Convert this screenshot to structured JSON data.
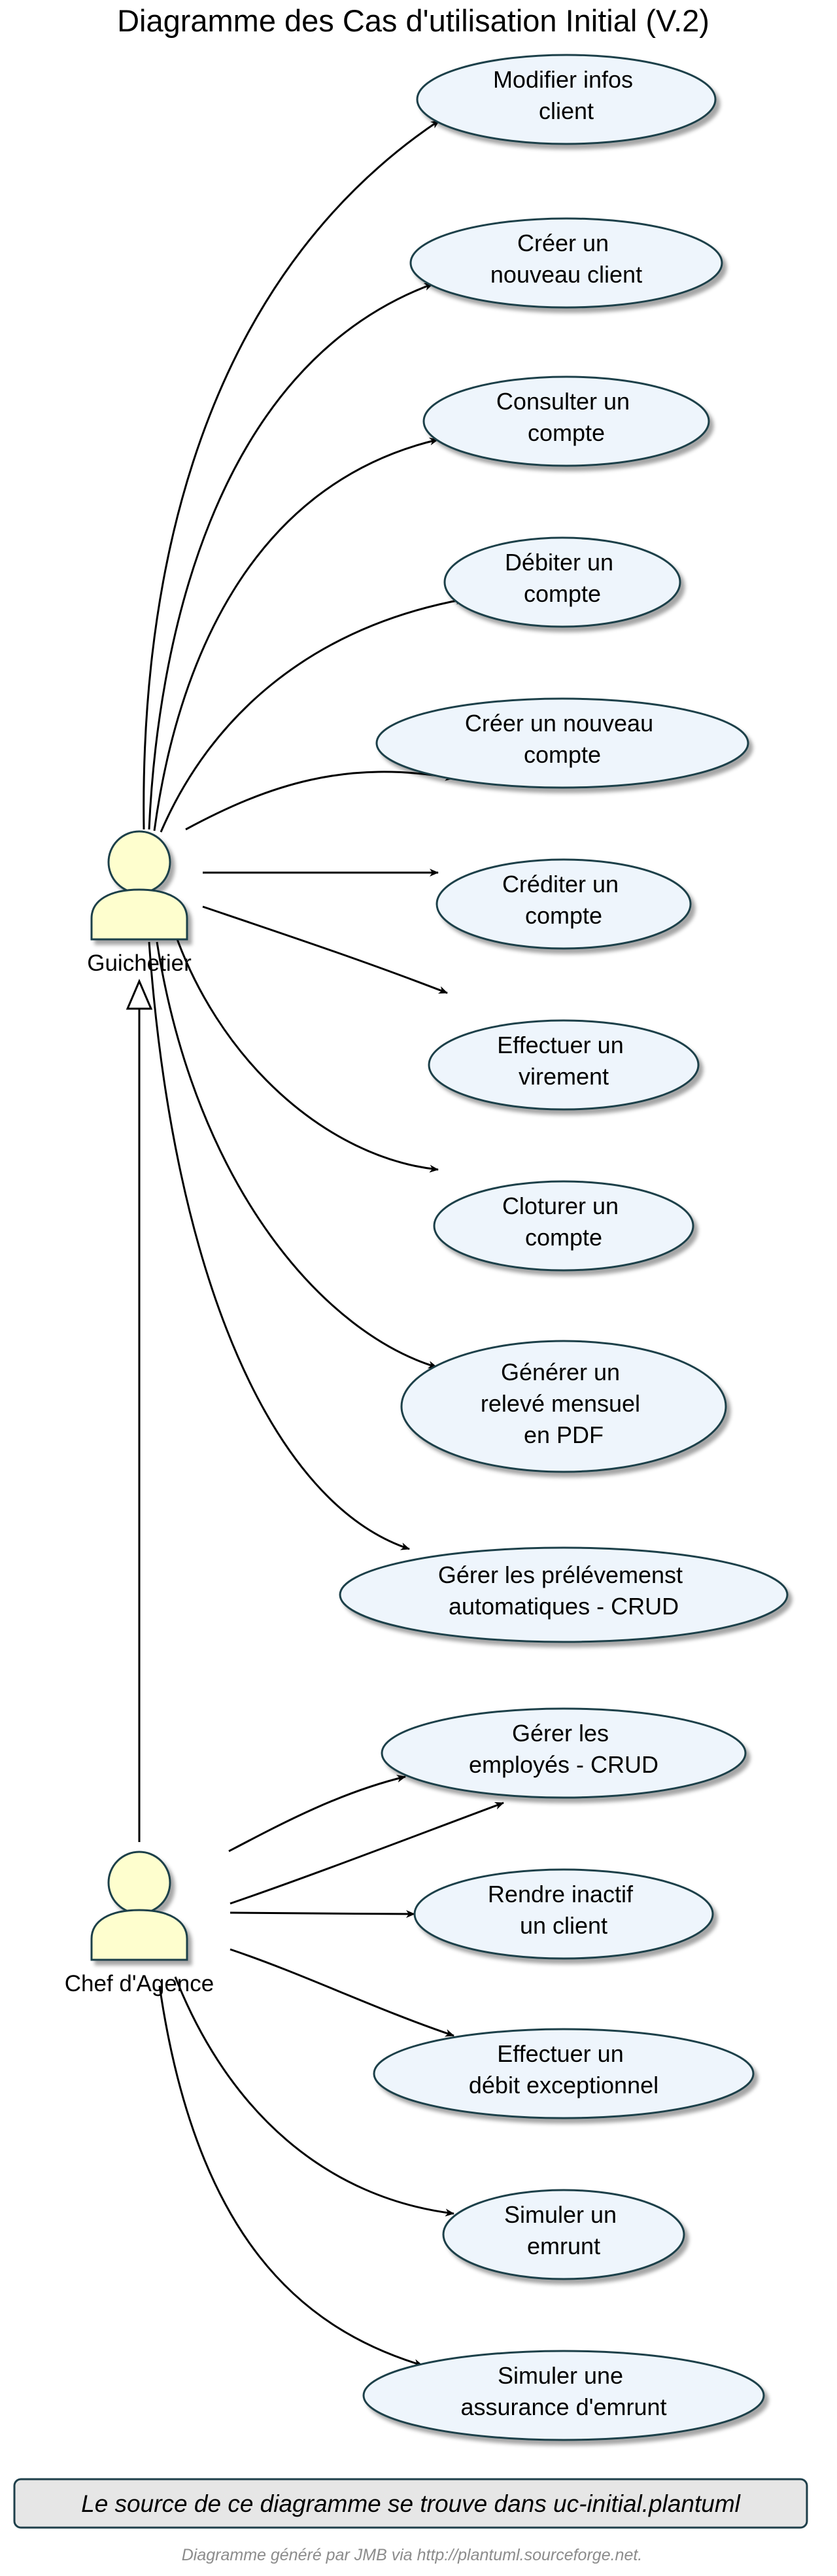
{
  "title": "Diagramme des Cas d'utilisation Initial (V.2)",
  "actors": {
    "guichetier": "Guichetier",
    "chef": "Chef d'Agence"
  },
  "use_cases": {
    "modifier_infos": [
      "Modifier infos",
      "client"
    ],
    "creer_client": [
      "Créer un",
      "nouveau client"
    ],
    "consulter_compte": [
      "Consulter un",
      "compte"
    ],
    "debiter_compte": [
      "Débiter un",
      "compte"
    ],
    "creer_compte": [
      "Créer un nouveau",
      "compte"
    ],
    "crediter_compte": [
      "Créditer un",
      "compte"
    ],
    "effectuer_virement": [
      "Effectuer un",
      "virement"
    ],
    "cloturer_compte": [
      "Cloturer un",
      "compte"
    ],
    "generer_releve": [
      "Générer un",
      "relevé mensuel",
      "en PDF"
    ],
    "gerer_prelevements": [
      "Gérer les prélévemenst",
      "automatiques - CRUD"
    ],
    "gerer_employes": [
      "Gérer les",
      "employés - CRUD"
    ],
    "rendre_inactif": [
      "Rendre inactif",
      "un client"
    ],
    "debit_exceptionnel": [
      "Effectuer un",
      "débit exceptionnel"
    ],
    "simuler_emprunt": [
      "Simuler un",
      "emrunt"
    ],
    "simuler_assurance": [
      "Simuler une",
      "assurance d'emrunt"
    ]
  },
  "note": "Le source de ce diagramme se trouve dans uc-initial.plantuml",
  "footer": "Diagramme généré par JMB via http://plantuml.sourceforge.net.",
  "colors": {
    "usecase_fill": "#EEF5FC",
    "usecase_border": "#1E3F4A",
    "actor_fill": "#FEFECE",
    "actor_border": "#1E3F4A",
    "note_fill": "#E6E6E6"
  }
}
